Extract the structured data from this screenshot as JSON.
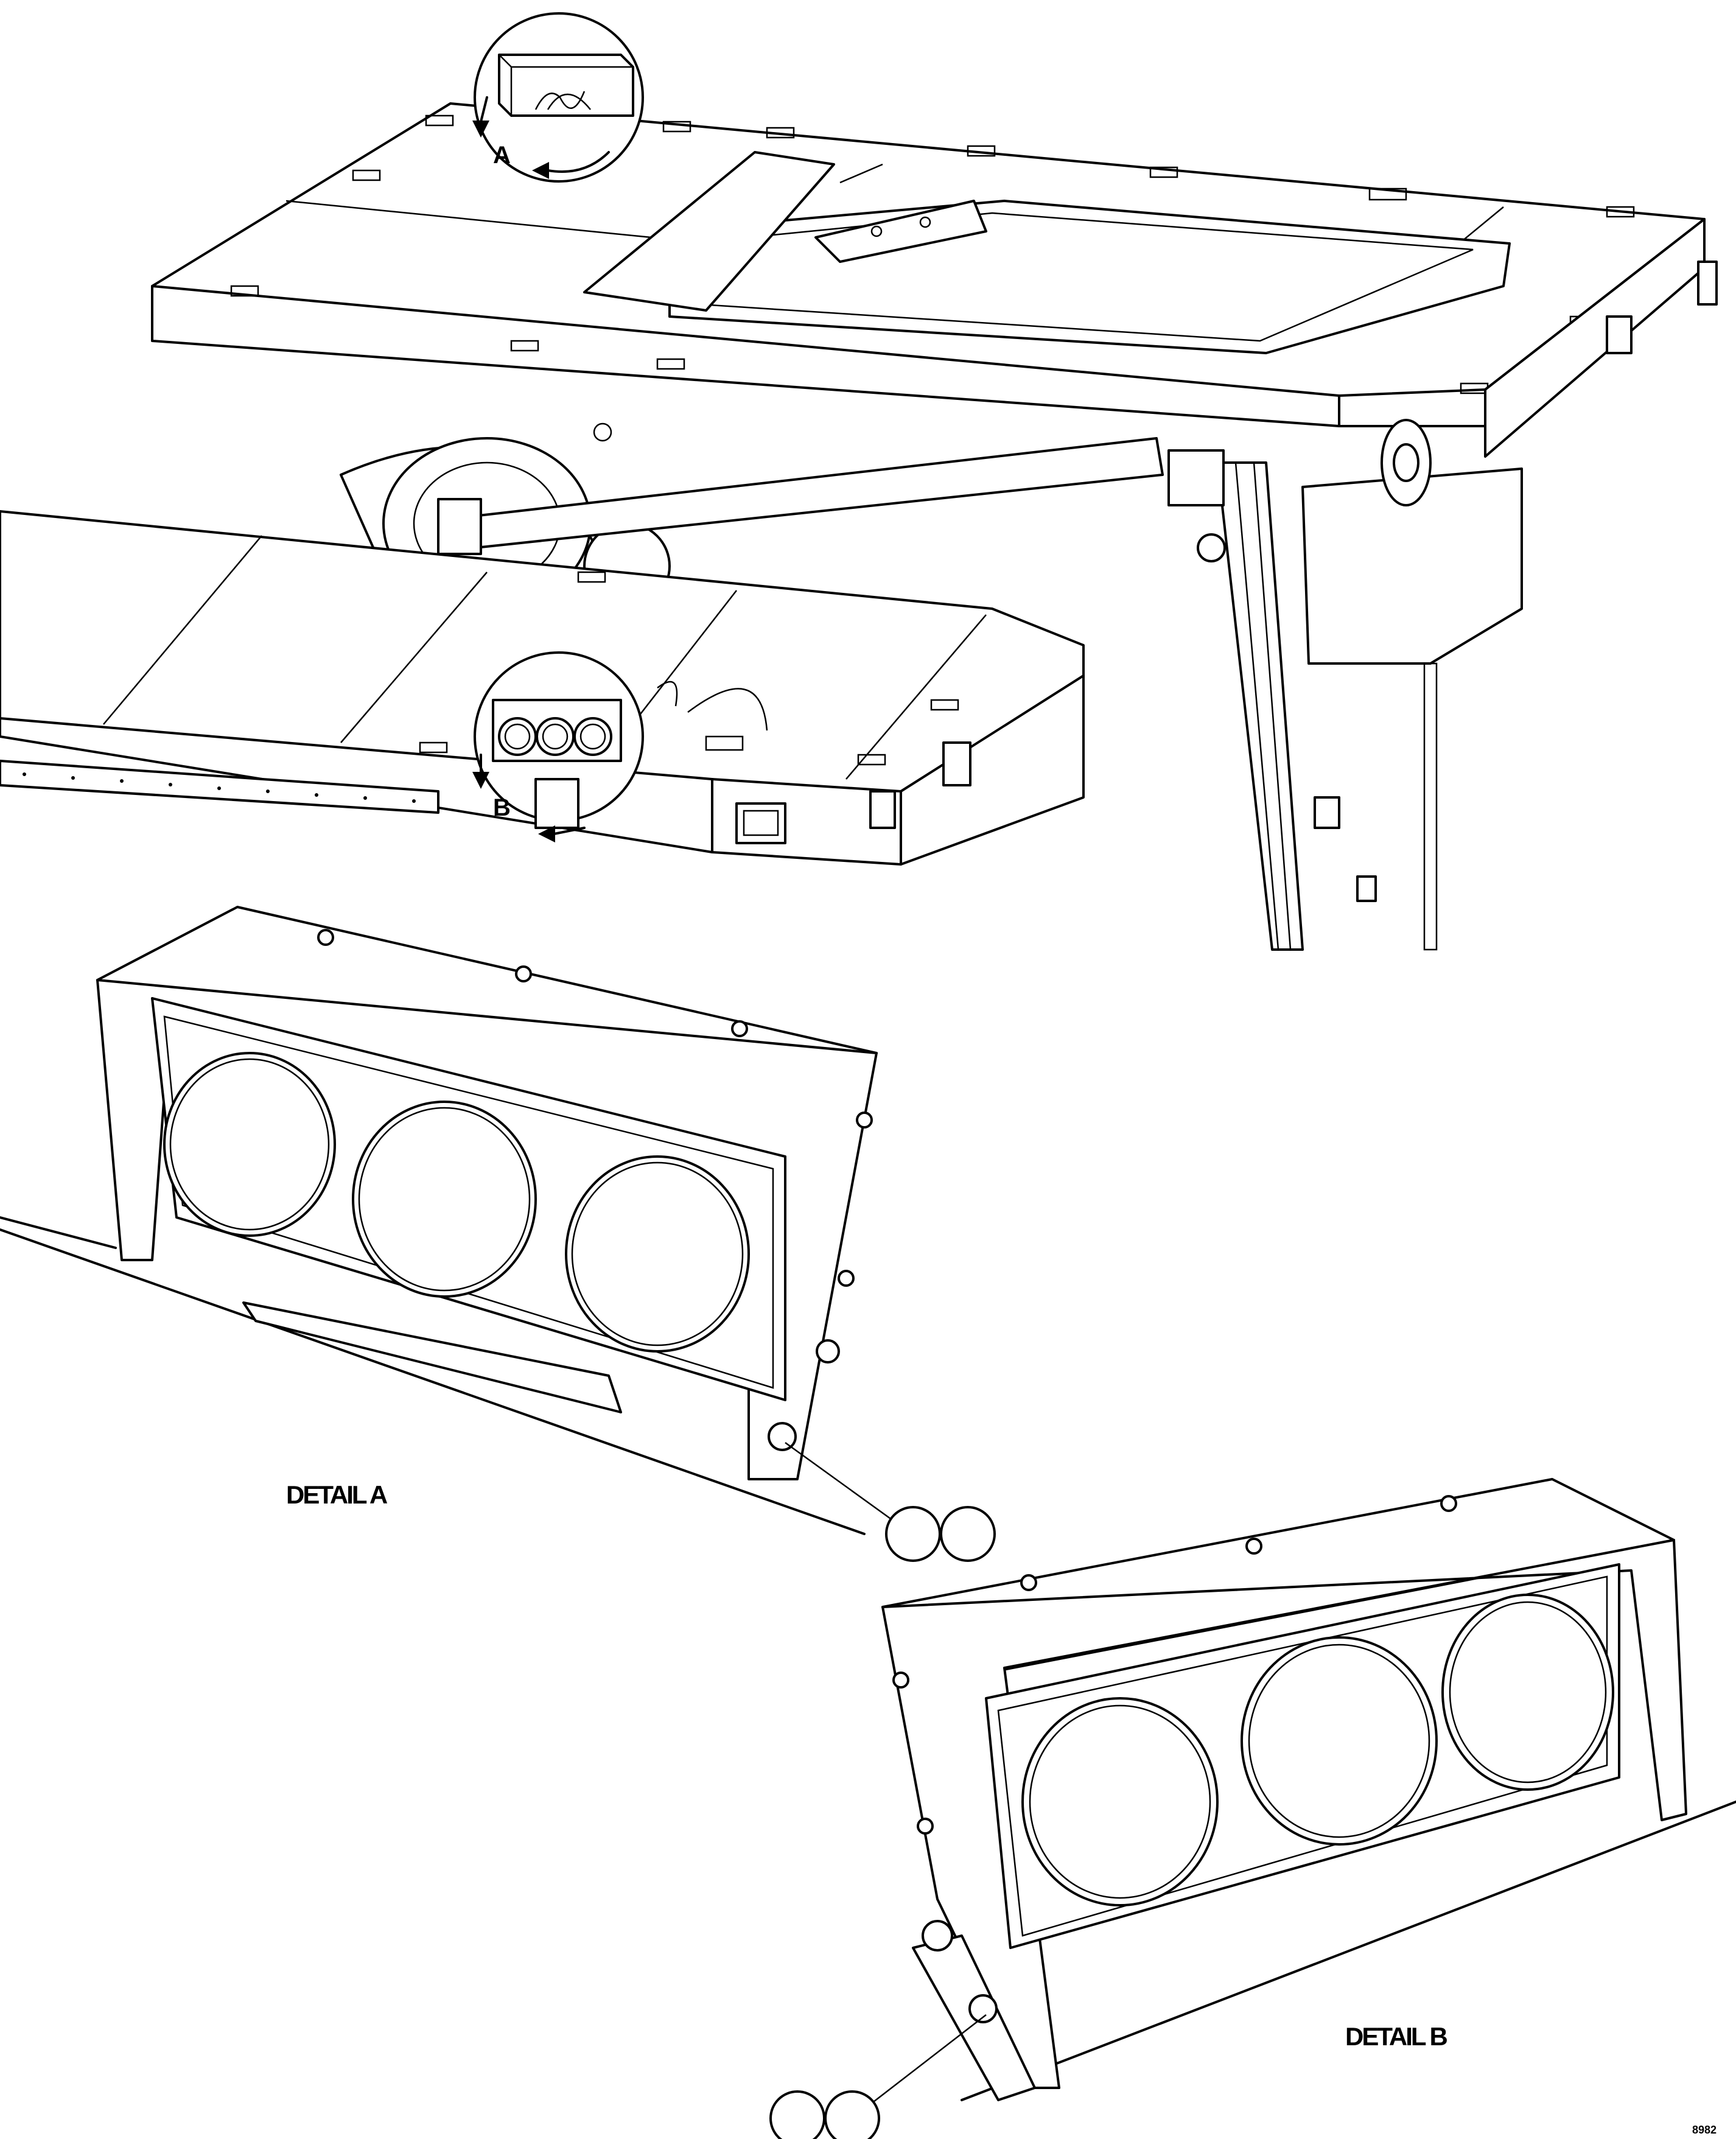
{
  "callouts": {
    "a": {
      "letter": "A"
    },
    "b": {
      "letter": "B"
    }
  },
  "details": {
    "a": {
      "label": "DETAIL A",
      "lamp_count": 3
    },
    "b": {
      "label": "DETAIL B",
      "lamp_count": 3
    }
  },
  "figure_number": "8982",
  "colors": {
    "line": "#000000",
    "paper": "#ffffff"
  }
}
